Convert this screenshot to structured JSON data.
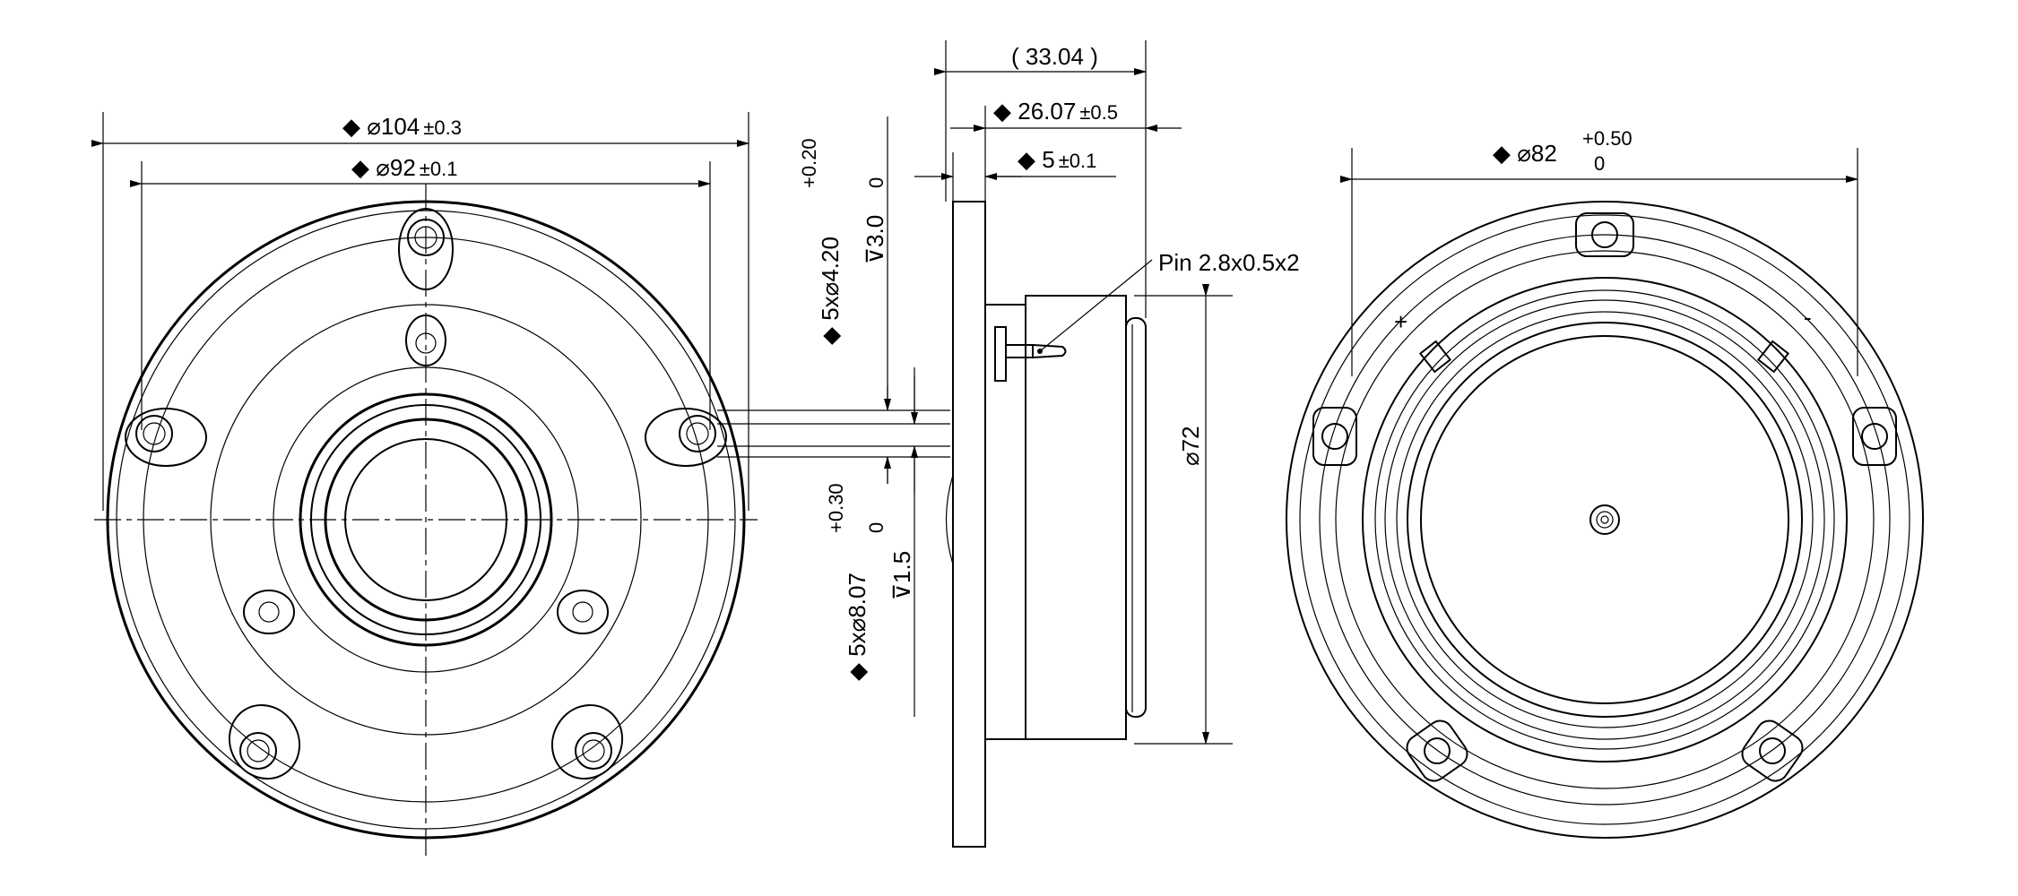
{
  "front_view": {
    "dim_outer": {
      "prefix": "◆ ⌀",
      "value": "104",
      "tol": "±0.3"
    },
    "dim_bolt_circle": {
      "prefix": "◆ ⌀",
      "value": "92",
      "tol": "±0.1"
    }
  },
  "side_view": {
    "dim_total": "33.04",
    "dim_depth": {
      "prefix": "◆",
      "value": "26.07",
      "tol": "±0.5"
    },
    "dim_flange": {
      "prefix": "◆",
      "value": "5",
      "tol": "±0.1"
    },
    "hole_small": {
      "prefix": "◆ 5x⌀",
      "value": "4.20",
      "tol_upper": "+0.20",
      "tol_lower": "0",
      "depth": "⊽3.0"
    },
    "hole_large": {
      "prefix": "◆ 5x⌀",
      "value": "8.07",
      "tol_upper": "+0.30",
      "tol_lower": "0",
      "depth": "⊽1.5"
    },
    "pin_label": "Pin 2.8x0.5x2",
    "dim_body_dia": "⌀72"
  },
  "rear_view": {
    "dim_cutout": {
      "prefix": "◆ ⌀",
      "value": "82",
      "tol_upper": "+0.50",
      "tol_lower": "0"
    },
    "plus_mark": "+",
    "minus_mark": "-"
  }
}
